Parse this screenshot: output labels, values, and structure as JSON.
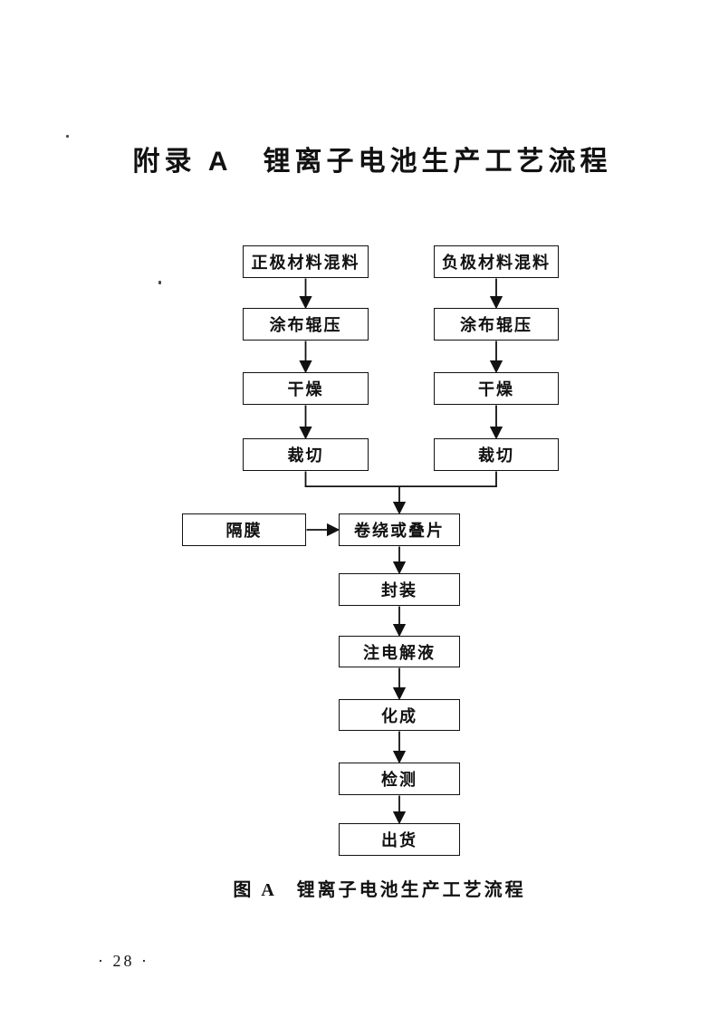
{
  "page": {
    "title": "附录 A　锂离子电池生产工艺流程",
    "figure_caption": "图 A　锂离子电池生产工艺流程",
    "page_number": "· 28 ·"
  },
  "flowchart": {
    "nodes": {
      "positive_mixing": {
        "label": "正极材料混料"
      },
      "negative_mixing": {
        "label": "负极材料混料"
      },
      "positive_coating": {
        "label": "涂布辊压"
      },
      "negative_coating": {
        "label": "涂布辊压"
      },
      "positive_drying": {
        "label": "干燥"
      },
      "negative_drying": {
        "label": "干燥"
      },
      "positive_cutting": {
        "label": "裁切"
      },
      "negative_cutting": {
        "label": "裁切"
      },
      "separator": {
        "label": "隔膜"
      },
      "winding_stacking": {
        "label": "卷绕或叠片"
      },
      "packaging": {
        "label": "封装"
      },
      "electrolyte_injection": {
        "label": "注电解液"
      },
      "formation": {
        "label": "化成"
      },
      "testing": {
        "label": "检测"
      },
      "shipping": {
        "label": "出货"
      }
    },
    "edges": [
      [
        "positive_mixing",
        "positive_coating"
      ],
      [
        "positive_coating",
        "positive_drying"
      ],
      [
        "positive_drying",
        "positive_cutting"
      ],
      [
        "negative_mixing",
        "negative_coating"
      ],
      [
        "negative_coating",
        "negative_drying"
      ],
      [
        "negative_drying",
        "negative_cutting"
      ],
      [
        "positive_cutting",
        "winding_stacking"
      ],
      [
        "negative_cutting",
        "winding_stacking"
      ],
      [
        "separator",
        "winding_stacking"
      ],
      [
        "winding_stacking",
        "packaging"
      ],
      [
        "packaging",
        "electrolyte_injection"
      ],
      [
        "electrolyte_injection",
        "formation"
      ],
      [
        "formation",
        "testing"
      ],
      [
        "testing",
        "shipping"
      ]
    ]
  },
  "colors": {
    "ink": "#111111",
    "paper": "#ffffff"
  }
}
